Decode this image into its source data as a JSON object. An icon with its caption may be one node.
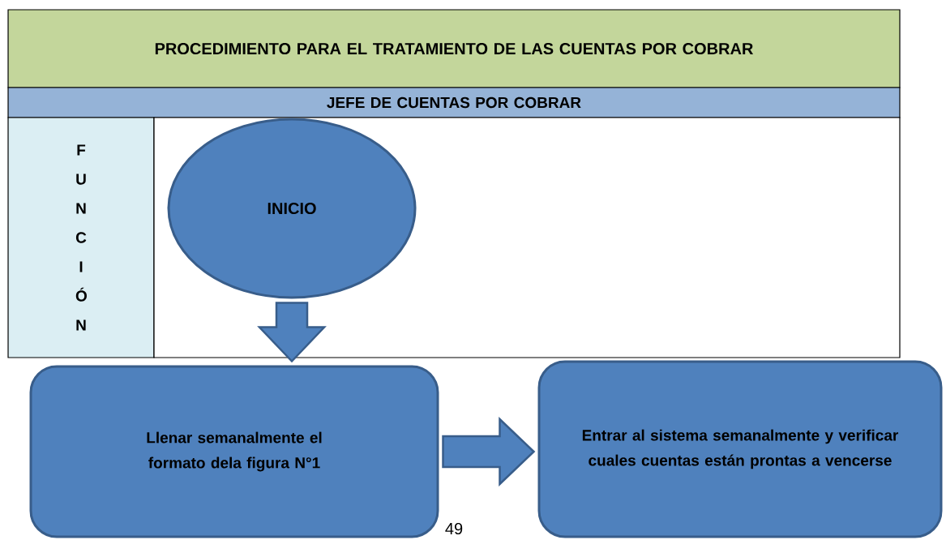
{
  "diagram": {
    "nodes": [
      {
        "text": [
          "PROCEDIMIENTO PARA EL TRATAMIENTO DE LAS CUENTAS POR COBRAR"
        ]
      },
      {
        "text": [
          "JEFE DE CUENTAS POR COBRAR"
        ]
      },
      {
        "text": [
          "F U N C I Ó N"
        ]
      },
      {
        "text": [],
        "shape": "box"
      },
      {
        "text": [
          "INICIO"
        ],
        "in": 3
      },
      {
        "text": [
          "Llenar semanalmente el formato dela figura N°1"
        ]
      },
      {
        "text": [
          "Entrar al sistema semanalmente y verificar cuales cuentas están prontas a vencerse"
        ]
      }
    ],
    "edges": [
      {
        "from": 4,
        "to": 5,
        "arrow": "to"
      },
      {
        "from": 5,
        "to": 6,
        "arrow": "to"
      }
    ],
    "labels": [
      "49"
    ]
  }
}
